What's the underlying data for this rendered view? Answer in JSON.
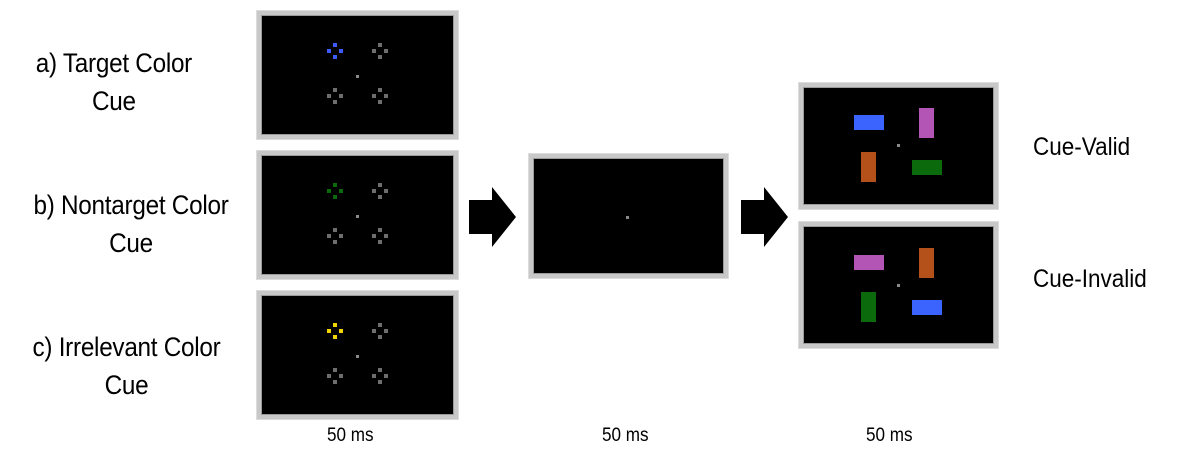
{
  "figure": {
    "conditions": [
      {
        "id": "a",
        "line1": "a) Target Color",
        "line2": "Cue",
        "cue_color": "#3b5bff"
      },
      {
        "id": "b",
        "line1": "b) Nontarget Color",
        "line2": "Cue",
        "cue_color": "#0b6a0b"
      },
      {
        "id": "c",
        "line1": "c) Irrelevant Color",
        "line2": "Cue",
        "cue_color": "#f2d400"
      }
    ],
    "placeholder_color": "#6e6e6e",
    "outcomes": [
      {
        "label": "Cue-Valid",
        "rects": {
          "top_left": "#3b64ff",
          "top_right": "#b255b5",
          "bottom_left": "#b4501a",
          "bottom_right": "#0b6a0b"
        }
      },
      {
        "label": "Cue-Invalid",
        "rects": {
          "top_left": "#b255b5",
          "top_right": "#b4501a",
          "bottom_left": "#0b6a0b",
          "bottom_right": "#3b64ff"
        }
      }
    ],
    "durations": [
      "50 ms",
      "50 ms",
      "50 ms"
    ],
    "arrows": [
      "arrow-right",
      "arrow-right"
    ]
  }
}
